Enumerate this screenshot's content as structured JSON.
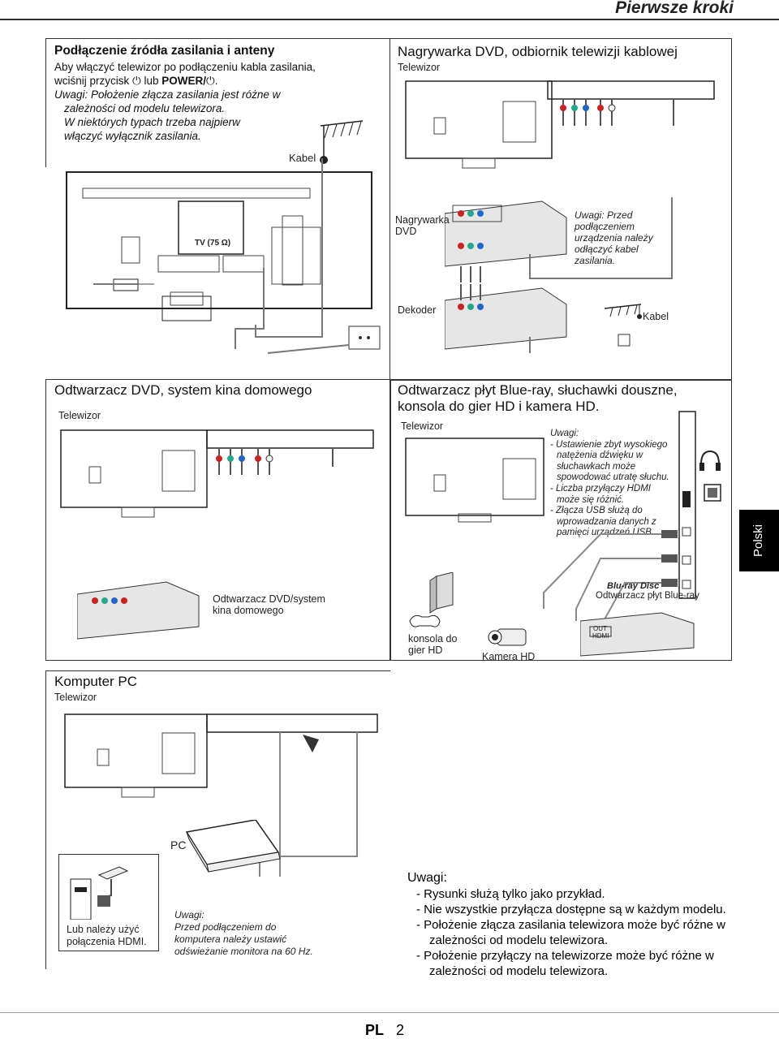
{
  "header": {
    "title": "Pierwsze kroki"
  },
  "side_tab": {
    "label": "Polski"
  },
  "footer": {
    "lang": "PL",
    "page": "2"
  },
  "power": {
    "title": "Podłączenie źródła zasilania i anteny",
    "line1": "Aby włączyć telewizor po podłączeniu kabla zasilania,",
    "line2_prefix": "wciśnij przycisk",
    "line2_mid": "lub",
    "line2_power": "POWER/",
    "line2_end": ".",
    "note1": "Uwagi: Położenie złącza zasilania jest różne w",
    "note2": "zależności od modelu telewizora.",
    "note3": "W niektórych typach trzeba najpierw",
    "note4": "włączyć wyłącznik zasilania.",
    "kabel_label": "Kabel",
    "tv_label": "TV (75 Ω)"
  },
  "dvd_recorder": {
    "title": "Nagrywarka DVD, odbiornik telewizji kablowej",
    "tv_label": "Telewizor",
    "recorder_label_1": "Nagrywarka",
    "recorder_label_2": "DVD",
    "note1": "Uwagi: Przed",
    "note2": "podłączeniem",
    "note3": "urządzenia należy",
    "note4": "odłączyć kabel",
    "note5": "zasilania.",
    "decoder_label": "Dekoder",
    "kabel_label": "Kabel"
  },
  "dvd_player": {
    "title": "Odtwarzacz DVD, system kina domowego",
    "tv_label": "Telewizor",
    "device_label_1": "Odtwarzacz DVD/system",
    "device_label_2": "kina domowego"
  },
  "bluray": {
    "title_1": "Odtwarzacz płyt Blue-ray, słuchawki douszne,",
    "title_2": "konsola do gier HD i kamera HD.",
    "tv_label": "Telewizor",
    "notes": [
      "Uwagi:",
      "- Ustawienie zbyt wysokiego",
      "natężenia dźwięku w",
      "słuchawkach może",
      "spowodować utratę słuchu.",
      "- Liczba przyłączy HDMI",
      "może się różnić.",
      "- Złącza USB służą do",
      "wprowadzania danych z",
      "pamięci urządzeń USB."
    ],
    "bluray_logo": "Blu-ray Disc",
    "player_label": "Odtwarzacz płyt Blue-ray",
    "console_label_1": "konsola do",
    "console_label_2": "gier HD",
    "camera_label": "Kamera HD",
    "out_label": "OUT",
    "hdmi_label": "HDMI"
  },
  "pc": {
    "title": "Komputer PC",
    "tv_label": "Telewizor",
    "pc_label": "PC",
    "hdmi_note_1": "Lub należy użyć",
    "hdmi_note_2": "połączenia HDMI.",
    "note1": "Uwagi:",
    "note2": "Przed podłączeniem do",
    "note3": "komputera należy ustawić",
    "note4": "odświeżanie monitora na 60 Hz."
  },
  "general_notes": {
    "title": "Uwagi:",
    "items": [
      "- Rysunki służą tylko jako przykład.",
      "- Nie wszystkie przyłącza dostępne są w każdym modelu.",
      "- Położenie złącza zasilania telewizora może być różne w",
      "zależności od modelu telewizora.",
      "- Położenie przyłączy na telewizorze może być różne w",
      "zależności od modelu telewizora."
    ]
  }
}
